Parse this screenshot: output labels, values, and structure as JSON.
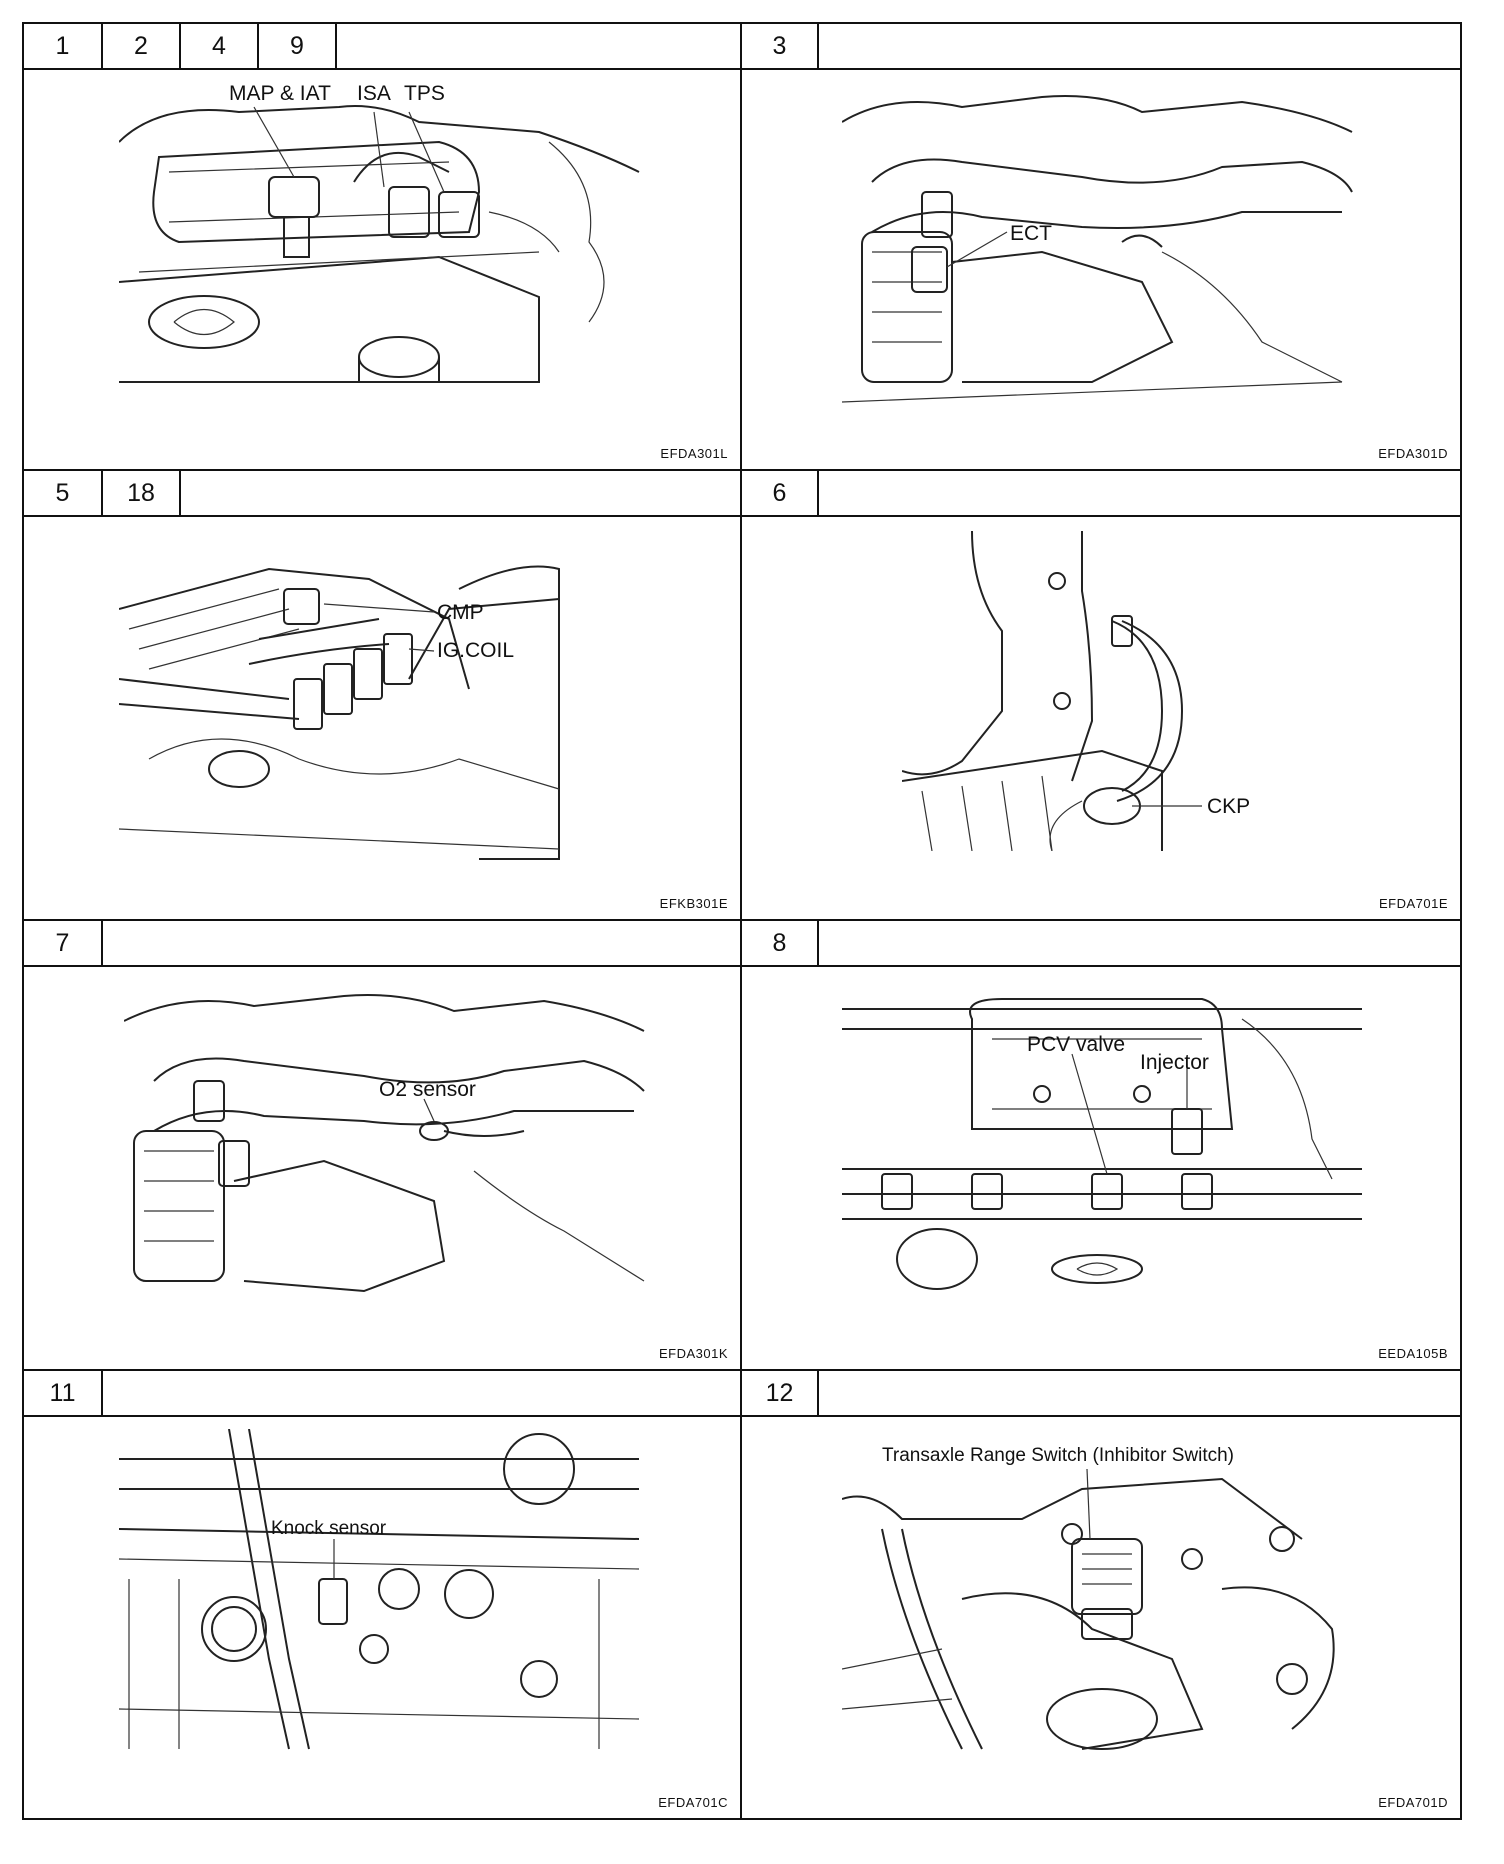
{
  "panels": [
    {
      "numbers": [
        "1",
        "2",
        "4",
        "9"
      ],
      "labels": [
        "MAP & IAT",
        "ISA",
        "TPS"
      ],
      "code": "EFDA301L"
    },
    {
      "numbers": [
        "3"
      ],
      "labels": [
        "ECT"
      ],
      "code": "EFDA301D"
    },
    {
      "numbers": [
        "5",
        "18"
      ],
      "labels": [
        "CMP",
        "IG.COIL"
      ],
      "code": "EFKB301E"
    },
    {
      "numbers": [
        "6"
      ],
      "labels": [
        "CKP"
      ],
      "code": "EFDA701E"
    },
    {
      "numbers": [
        "7"
      ],
      "labels": [
        "O2 sensor"
      ],
      "code": "EFDA301K"
    },
    {
      "numbers": [
        "8"
      ],
      "labels": [
        "PCV valve",
        "Injector"
      ],
      "code": "EEDA105B"
    },
    {
      "numbers": [
        "11"
      ],
      "labels": [
        "Knock sensor"
      ],
      "code": "EFDA701C"
    },
    {
      "numbers": [
        "12"
      ],
      "labels": [
        "Transaxle Range Switch (Inhibitor Switch)"
      ],
      "code": "EFDA701D"
    }
  ]
}
